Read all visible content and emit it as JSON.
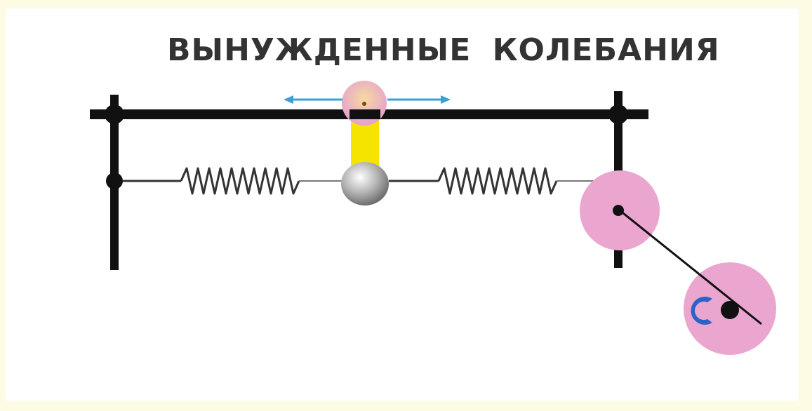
{
  "title": "ВЫНУЖДЕННЫЕ КОЛЕБАНИЯ",
  "colors": {
    "background": "#fdfbe4",
    "frame": "#111111",
    "spring": "#333333",
    "slider_rod": "#f5e400",
    "slider_cap": "#e9a3cf",
    "arrow": "#3aa0d8",
    "ball": "#b5b5b5",
    "wheel": "#eaa6cf",
    "wheel_mark": "#2a63c9"
  },
  "icons": {
    "ball": "sphere",
    "wheels": "pink-disc"
  }
}
